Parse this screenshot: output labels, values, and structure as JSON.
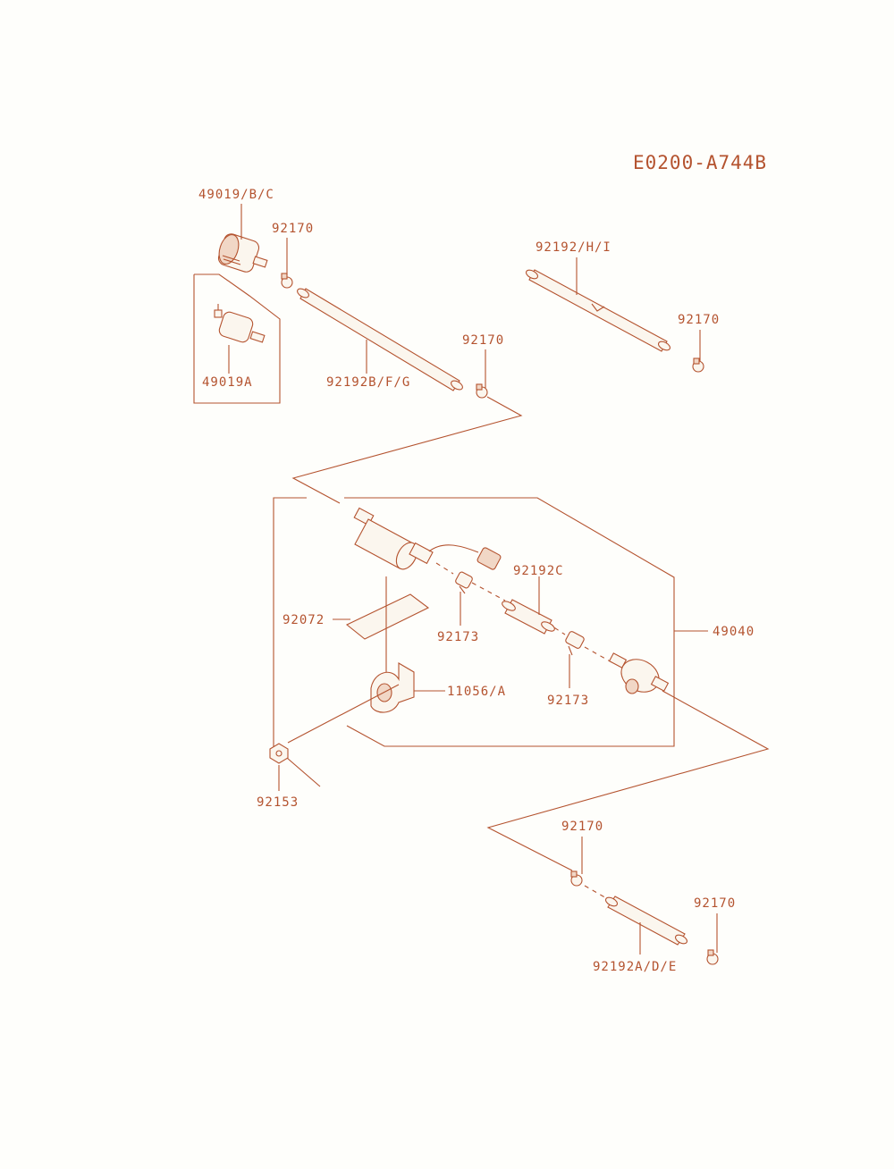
{
  "diagram_code": "E0200-A744B",
  "labels": {
    "l49019bc": "49019/B/C",
    "l92170a": "92170",
    "l49019a": "49019A",
    "l92192bfg": "92192B/F/G",
    "l92170b": "92170",
    "l92192hi": "92192/H/I",
    "l92170c": "92170",
    "l92192c": "92192C",
    "l92072": "92072",
    "l92173a": "92173",
    "l49040": "49040",
    "l11056a": "11056/A",
    "l92173b": "92173",
    "l92153": "92153",
    "l92170d": "92170",
    "l92170e": "92170",
    "l92192ade": "92192A/D/E"
  },
  "colors": {
    "line": "#b4532f",
    "background": "#fefefb"
  }
}
